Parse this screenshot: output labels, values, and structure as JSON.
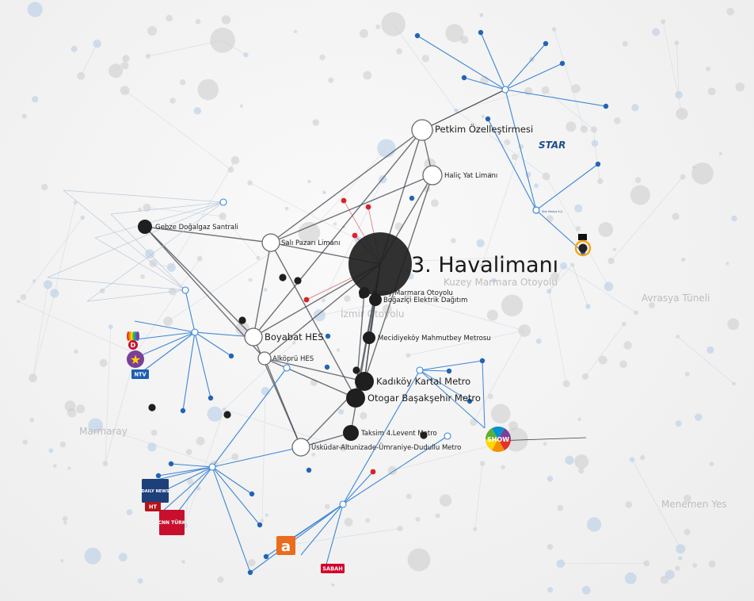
{
  "diagram": {
    "colors": {
      "black_node": "#1f1f1f",
      "white_node_stroke": "#6a6a6a",
      "blue_node": "#2264b5",
      "red_node": "#d9232b",
      "dark_edge": "#40454e",
      "blue_edge": "#3d86d6",
      "faint_edge": "#c9d9ea",
      "bg_node": "#cfcfcf"
    },
    "nodes": [
      {
        "id": "havalimani",
        "label": "3. Havalimanı",
        "kind": "black",
        "size": "xl"
      },
      {
        "id": "petkim",
        "label": "Petkim Özelleştirmesi",
        "kind": "white",
        "size": "lg"
      },
      {
        "id": "halic",
        "label": "Haliç Yat Limanı",
        "kind": "white",
        "size": "md"
      },
      {
        "id": "salipazari",
        "label": "Salı Pazarı Limanı",
        "kind": "white",
        "size": "md"
      },
      {
        "id": "gebze",
        "label": "Gebze Doğalgaz Santrali",
        "kind": "black",
        "size": "md"
      },
      {
        "id": "boyabat",
        "label": "Boyabat HES",
        "kind": "white",
        "size": "lg"
      },
      {
        "id": "alkopru",
        "label": "Alköprü HES",
        "kind": "white",
        "size": "md"
      },
      {
        "id": "kadikoy",
        "label": "Kadıköy Kartal Metro",
        "kind": "black",
        "size": "lg"
      },
      {
        "id": "otogar",
        "label": "Otogar Başakşehir Metro",
        "kind": "black",
        "size": "lg"
      },
      {
        "id": "taksim",
        "label": "Taksim 4.Levent Metro",
        "kind": "black",
        "size": "md"
      },
      {
        "id": "uskudar",
        "label": "Üsküdar-Altunizade-Ümraniye-Dudullu Metro",
        "kind": "white",
        "size": "md"
      },
      {
        "id": "mahmutbey",
        "label": "Mecidiyeköy Mahmutbey Metrosu",
        "kind": "black",
        "size": "sm"
      },
      {
        "id": "dagitim",
        "label": "Boğaziçi Elektrik Dağıtım",
        "kind": "black",
        "size": "sm"
      },
      {
        "id": "kuzey",
        "label": "Kuzey Marmara Otoyolu",
        "kind": "black",
        "size": "sm"
      },
      {
        "id": "star_hub",
        "label": "Star Medya A.Ş.",
        "kind": "hub",
        "size": "xs"
      }
    ],
    "media_logos": [
      {
        "id": "star",
        "text": "STAR",
        "color": "#1f4e8c"
      },
      {
        "id": "show",
        "text": "SHOW",
        "color": "#e5322d"
      },
      {
        "id": "cnnturk",
        "text": "CNN TÜRK",
        "color": "#c8102e"
      },
      {
        "id": "ahaber",
        "text": "a",
        "color": "#e96c1f"
      },
      {
        "id": "sabah",
        "text": "SABAH",
        "color": "#d4002a"
      },
      {
        "id": "dailynews",
        "text": "DAILY NEWS",
        "color": "#1d3f7a"
      },
      {
        "id": "ntv",
        "text": "NTV",
        "color": "#1d5fb3"
      },
      {
        "id": "kanal_d",
        "text": "D",
        "color": "#c8102e"
      },
      {
        "id": "haberturk",
        "text": "HT",
        "color": "#b5121b"
      },
      {
        "id": "star_tv",
        "text": "★",
        "color": "#e5322d"
      }
    ],
    "background_labels": [
      "Kuzey Marmara Otoyolu",
      "İzmir Otoyolu",
      "Marmaray",
      "Avrasya Tüneli",
      "Menemen Yes"
    ]
  }
}
